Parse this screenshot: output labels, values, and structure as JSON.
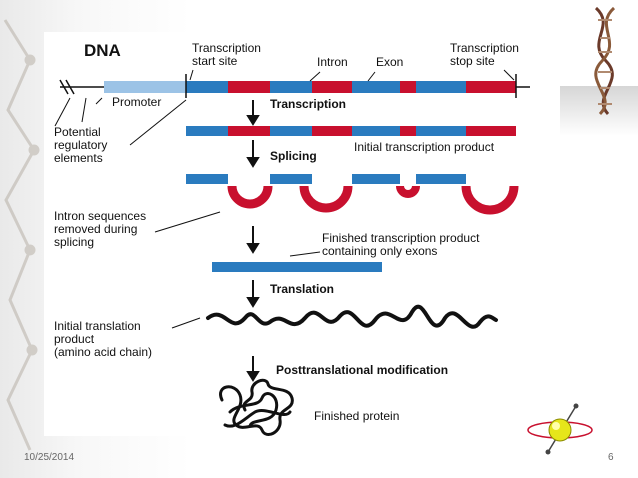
{
  "labels": {
    "dna": "DNA",
    "transcription_start": "Transcription\nstart site",
    "intron": "Intron",
    "exon": "Exon",
    "transcription_stop": "Transcription\nstop site",
    "promoter": "Promoter",
    "regulatory": "Potential\nregulatory\nelements",
    "step_transcription": "Transcription",
    "initial_product": "Initial transcription product",
    "step_splicing": "Splicing",
    "intron_removed": "Intron sequences\nremoved during\nsplicing",
    "finished_product": "Finished transcription product\ncontaining only exons",
    "step_translation": "Translation",
    "initial_translation": "Initial translation\nproduct\n(amino acid chain)",
    "step_posttranslational": "Posttranslational modification",
    "finished_protein": "Finished protein"
  },
  "footer": {
    "date": "10/25/2014",
    "page": "6"
  },
  "colors": {
    "exon": "#2a7bbf",
    "intron": "#c8102e",
    "promoter": "#9cc3e6"
  }
}
